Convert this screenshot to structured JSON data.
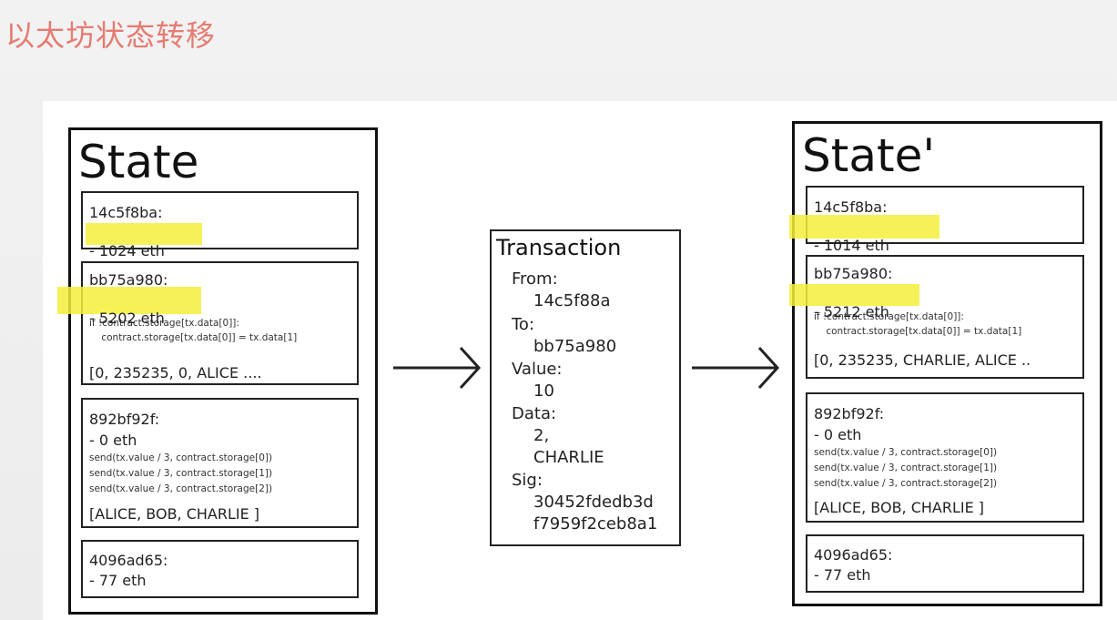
{
  "slide": {
    "title": "以太坊状态转移"
  },
  "state_before": {
    "title": "State",
    "accounts": [
      {
        "address": "14c5f8ba:",
        "balance": "- 1024 eth"
      },
      {
        "address": "bb75a980:",
        "balance": "- 5202 eth",
        "code": [
          "if !contract.storage[tx.data[0]]:",
          "    contract.storage[tx.data[0]] = tx.data[1]"
        ],
        "storage": "[0, 235235, 0, ALICE ...."
      },
      {
        "address": "892bf92f:",
        "balance": "- 0 eth",
        "code": [
          "send(tx.value / 3, contract.storage[0])",
          "send(tx.value / 3, contract.storage[1])",
          "send(tx.value / 3, contract.storage[2])"
        ],
        "storage": "[ALICE, BOB, CHARLIE ]"
      },
      {
        "address": "4096ad65:",
        "balance": "- 77 eth"
      }
    ]
  },
  "transaction": {
    "title": "Transaction",
    "from_label": "From:",
    "from_value": "14c5f88a",
    "to_label": "To:",
    "to_value": "bb75a980",
    "value_label": "Value:",
    "value_value": "10",
    "data_label": "Data:",
    "data_values": [
      "2,",
      "CHARLIE"
    ],
    "sig_label": "Sig:",
    "sig_values": [
      "30452fdedb3d",
      "f7959f2ceb8a1"
    ]
  },
  "state_after": {
    "title": "State'",
    "accounts": [
      {
        "address": "14c5f8ba:",
        "balance": "- 1014 eth"
      },
      {
        "address": "bb75a980:",
        "balance": "- 5212 eth",
        "code": [
          "if !contract.storage[tx.data[0]]:",
          "    contract.storage[tx.data[0]] = tx.data[1]"
        ],
        "storage": "[0, 235235, CHARLIE, ALICE .."
      },
      {
        "address": "892bf92f:",
        "balance": "- 0 eth",
        "code": [
          "send(tx.value / 3, contract.storage[0])",
          "send(tx.value / 3, contract.storage[1])",
          "send(tx.value / 3, contract.storage[2])"
        ],
        "storage": "[ALICE, BOB, CHARLIE ]"
      },
      {
        "address": "4096ad65:",
        "balance": "- 77 eth"
      }
    ]
  },
  "colors": {
    "highlight": "#f4ef3a",
    "title_color": "#e57b72"
  }
}
